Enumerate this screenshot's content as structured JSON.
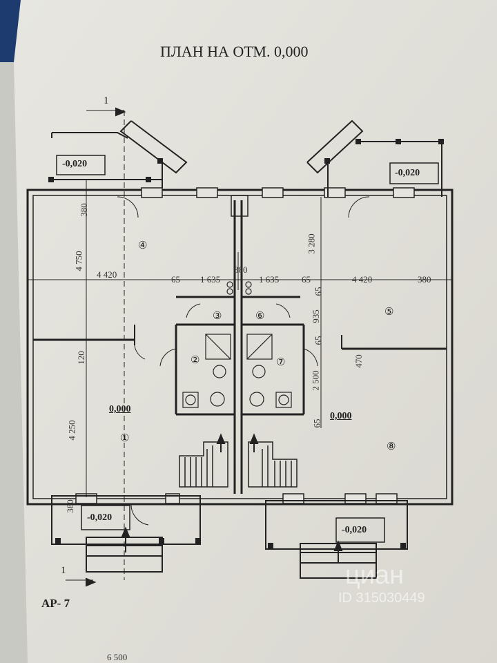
{
  "title": "ПЛАН НА ОТМ. 0,000",
  "sheet": "АР- 7",
  "section_marker": "1",
  "rooms": [
    "①",
    "②",
    "③",
    "④",
    "⑤",
    "⑥",
    "⑦",
    "⑧"
  ],
  "elevations": {
    "ground": "0,000",
    "porch": "-0,020"
  },
  "dimensions": {
    "d380": "380",
    "d4750": "4 750",
    "d4420": "4 420",
    "d65": "65",
    "d1635": "1 635",
    "d3280": "3 280",
    "d120": "120",
    "d4250": "4 250",
    "d935": "935",
    "d470": "470",
    "d2500": "2 500",
    "d6500": "6 500"
  },
  "watermark": "ID 315030449",
  "watermark_logo": "циан"
}
